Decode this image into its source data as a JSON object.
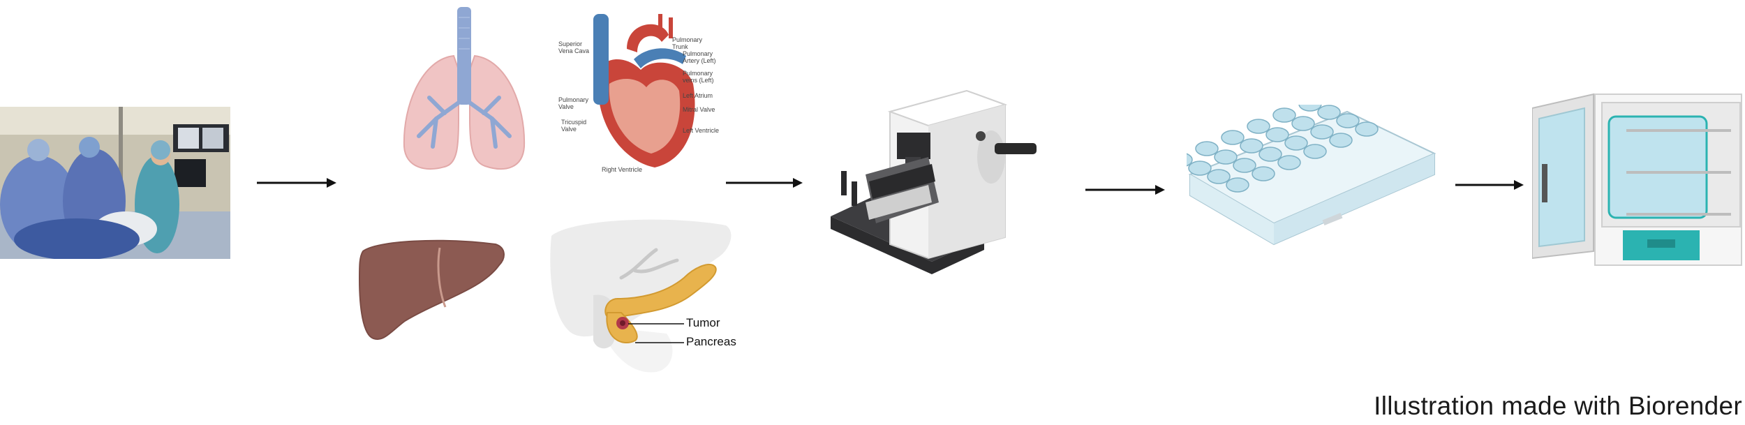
{
  "heart": {
    "labels": {
      "superior_vena_cava": "Superior Vena Cava",
      "pulmonary_trunk": "Pulmonary Trunk",
      "pulmonary_artery_left": "Pulmonary Artery (Left)",
      "pulmonary_veins_left": "Pulmonary veins (Left)",
      "left_atrium": "Left Atrium",
      "pulmonary_valve": "Pulmonary Valve",
      "mitral_valve": "Mitral Valve",
      "tricuspid_valve": "Tricuspid Valve",
      "left_ventricle": "Left Ventricle",
      "right_ventricle": "Right Ventricle"
    }
  },
  "pancreas": {
    "tumor_label": "Tumor",
    "pancreas_label": "Pancreas"
  },
  "footer": {
    "credit": "Illustration made with Biorender"
  },
  "colors": {
    "lung": "#f0c4c4",
    "airway": "#8fa7d3",
    "heart_red": "#c9453a",
    "heart_blue": "#4a7fb5",
    "liver": "#8c5a52",
    "pancreas": "#e8b34d",
    "microtome_gray": "#3d3d40",
    "plate_blue": "#cfe6ef",
    "incubator_teal": "#2bb3b1"
  }
}
